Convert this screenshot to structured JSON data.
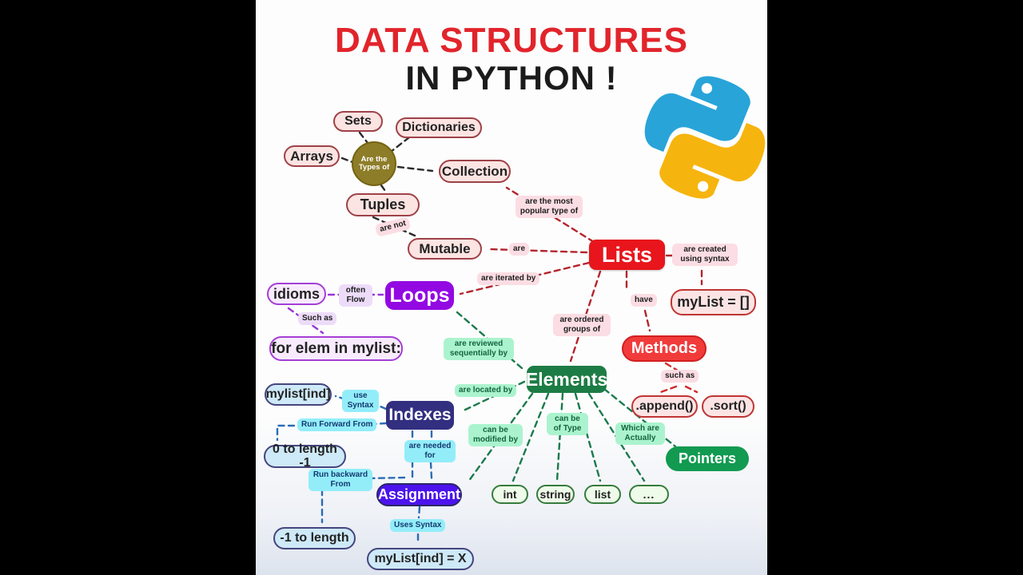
{
  "title": {
    "line1": "DATA STRUCTURES",
    "line2": "IN PYTHON !"
  },
  "colors": {
    "title_red": "#e2242b",
    "lists_red": "#e8151c",
    "methods_red": "#f13b3b",
    "loops_purple": "#9309e2",
    "elements_green": "#1d7c45",
    "pointers_green": "#129a51",
    "indexes_navy": "#322f80",
    "assignment_blueviolet": "#4c13ec",
    "pink_bubble": "#fce4e2",
    "blue_bubble": "#cee9f7",
    "olive_circle": "#8e7d28",
    "python_blue": "#28a4d9",
    "python_yellow": "#f6b40e"
  },
  "icons": {
    "python_logo": "python-logo"
  },
  "nodes": {
    "sets": "Sets",
    "dictionaries": "Dictionaries",
    "arrays": "Arrays",
    "types_circle": "Are the Types of",
    "collection": "Collection",
    "tuples": "Tuples",
    "mutable": "Mutable",
    "lists": "Lists",
    "mylist_syntax": "myList = []",
    "loops": "Loops",
    "idioms": "idioms",
    "for_elem": "for elem in mylist:",
    "methods": "Methods",
    "append": ".append()",
    "sort": ".sort()",
    "elements": "Elements",
    "indexes": "Indexes",
    "mylist_ind": "mylist[ind]",
    "zero_to_length": "0 to length -1",
    "neg1_to_length": "-1 to length",
    "assignment": "Assignment",
    "mylist_assign": "myList[ind] = X",
    "int": "int",
    "string": "string",
    "list": "list",
    "ellipsis": "...",
    "pointers": "Pointers"
  },
  "labels": {
    "are_not": "are not",
    "are": "are",
    "are_most_popular": "are the most popular type of",
    "are_iterated_by": "are iterated by",
    "are_created": "are created using syntax",
    "have": "have",
    "are_ordered": "are ordered groups of",
    "often_flow": "often Flow",
    "such_as_purple": "Such as",
    "are_reviewed": "are reviewed sequentially by",
    "are_located_by": "are located by",
    "such_as_red": "such as",
    "use_syntax": "use Syntax",
    "run_forward": "Run Forward From",
    "run_backward": "Run backward From",
    "are_needed_for": "are needed for",
    "can_be_modified": "can be modified by",
    "can_be_of_type": "can be of Type",
    "which_are": "Which are Actually",
    "uses_syntax": "Uses Syntax"
  }
}
